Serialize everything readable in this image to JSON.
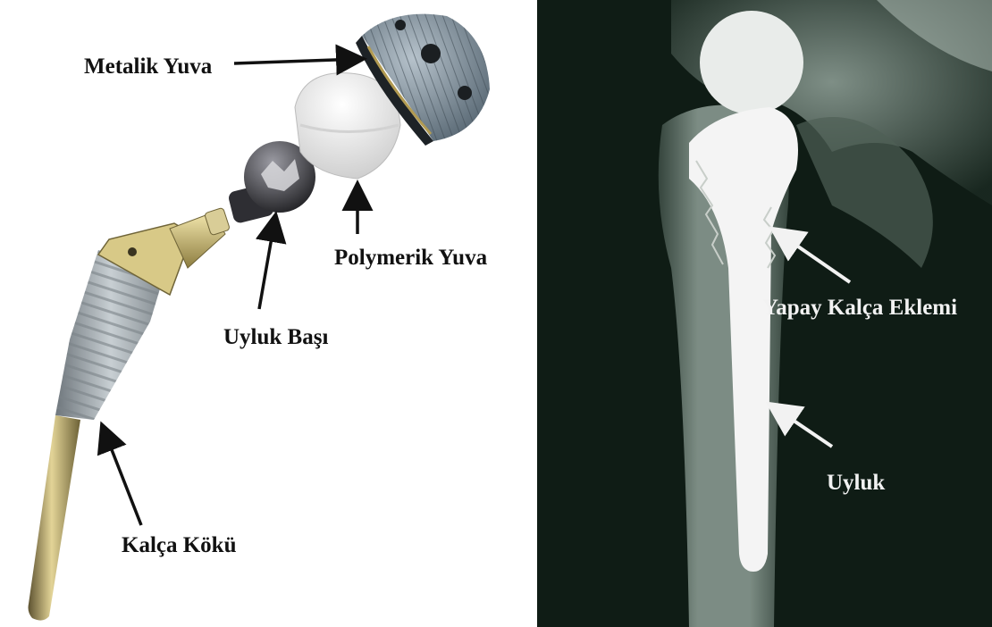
{
  "left_diagram": {
    "labels": {
      "metallic_cup": "Metalik Yuva",
      "polymer_liner": "Polymerik Yuva",
      "femoral_head": "Uyluk Başı",
      "hip_stem": "Kalça Kökü"
    },
    "colors": {
      "label_text": "#111111",
      "stem_gold": "#c9b46a",
      "stem_gray": "#9aa3a8",
      "cup_blue_gray": "#6f8291",
      "liner_white": "#eeeeee",
      "head_dark": "#2b2b2e"
    }
  },
  "right_xray": {
    "labels": {
      "implant": "Yapay Kalça Eklemi",
      "femur": "Uyluk"
    },
    "colors": {
      "background": "#0f1c15",
      "bone": "#8a9a92",
      "implant": "#f4f4f4",
      "label_text": "#f2f2f2"
    }
  }
}
